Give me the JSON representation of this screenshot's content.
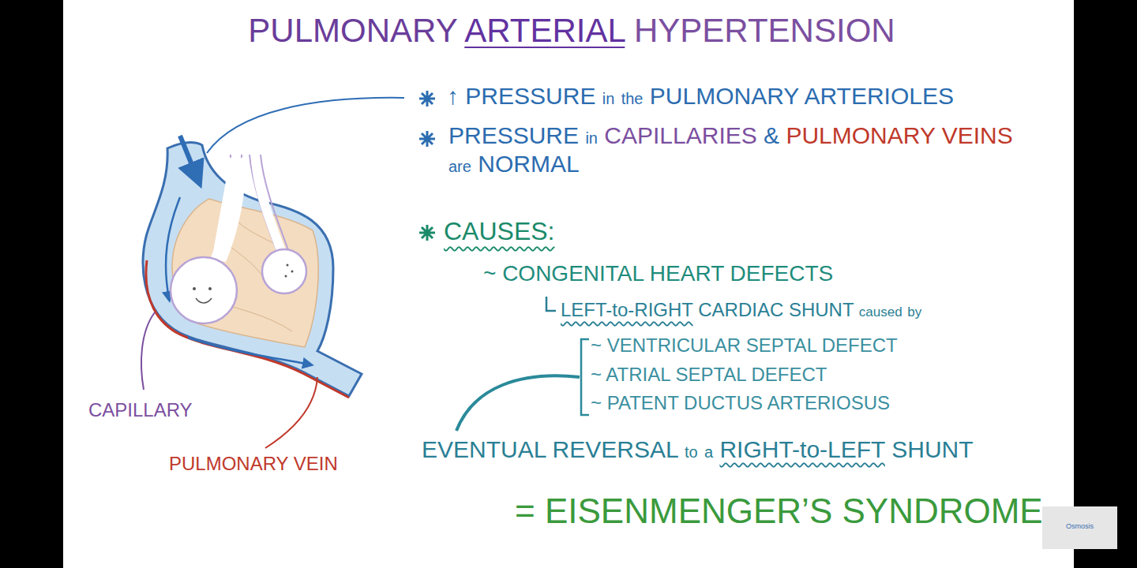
{
  "diagram": {
    "title": "PULMONARY ARTERIAL HYPERTENSION",
    "labels": [
      "↑ PRESSURE in the PULMONARY ARTERIOLES",
      "PRESSURE in CAPILLARIES & PULMONARY VEINS are NORMAL",
      "CAUSES:",
      "~ CONGENITAL HEART DEFECTS",
      "LEFT-to-RIGHT CARDIAC SHUNT caused by",
      "~ VENTRICULAR SEPTAL DEFECT",
      "~ ATRIAL SEPTAL DEFECT",
      "~ PATENT DUCTUS ARTERIOSUS",
      "EVENTUAL REVERSAL to a RIGHT-to-LEFT SHUNT",
      "= EISENMENGER’S SYNDROME",
      "CAPILLARY",
      "PULMONARY VEIN",
      "Osmosis"
    ]
  }
}
